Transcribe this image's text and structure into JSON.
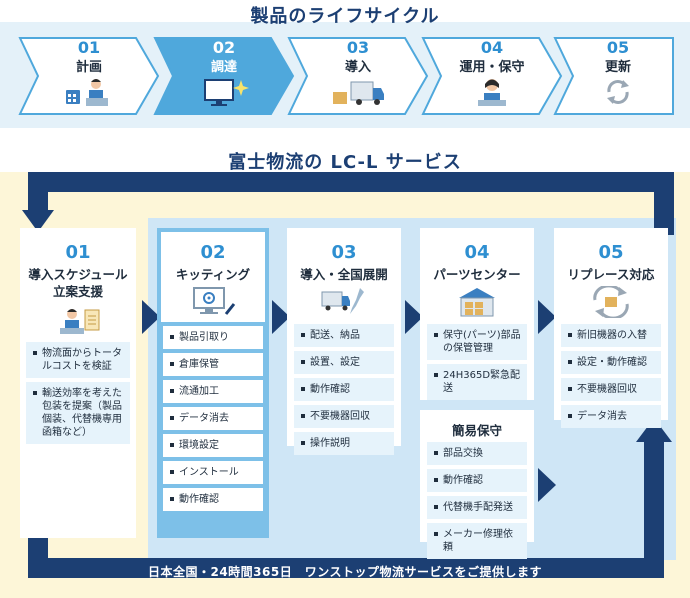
{
  "lifecycle": {
    "title": "製品のライフサイクル",
    "steps": [
      {
        "num": "01",
        "label": "計画",
        "icon": "planning-person-icon"
      },
      {
        "num": "02",
        "label": "調達",
        "icon": "monitor-sparkle-icon",
        "active": true
      },
      {
        "num": "03",
        "label": "導入",
        "icon": "delivery-truck-icon"
      },
      {
        "num": "04",
        "label": "運用・保守",
        "icon": "support-person-icon"
      },
      {
        "num": "05",
        "label": "更新",
        "icon": "refresh-icon"
      }
    ]
  },
  "service": {
    "title": "富士物流の LC-L サービス",
    "footer": "日本全国・24時間365日　ワンストップ物流サービスをご提供します",
    "steps": [
      {
        "num": "01",
        "title_lines": [
          "導入スケジュール",
          "立案支援"
        ],
        "icon": "consultant-clipboard-icon",
        "tasks": [
          "物流面からトータルコストを検証",
          "輸送効率を考えた包装を提案（製品個装、代替機専用函箱など）"
        ]
      },
      {
        "num": "02",
        "title_lines": [
          "キッティング"
        ],
        "icon": "monitor-gear-icon",
        "tasks": [
          "製品引取り",
          "倉庫保管",
          "流通加工",
          "データ消去",
          "環境設定",
          "インストール",
          "動作確認"
        ]
      },
      {
        "num": "03",
        "title_lines": [
          "導入・全国展開"
        ],
        "icon": "truck-japan-map-icon",
        "tasks": [
          "配送、納品",
          "設置、設定",
          "動作確認",
          "不要機器回収",
          "操作説明"
        ]
      },
      {
        "num": "04",
        "title_lines": [
          "パーツセンター"
        ],
        "icon": "warehouse-icon",
        "tasks": [
          "保守(パーツ)部品の保管管理",
          "24H365D緊急配送"
        ]
      },
      {
        "num": "05",
        "title_lines": [
          "リプレース対応"
        ],
        "icon": "replace-box-icon",
        "tasks": [
          "新旧機器の入替",
          "設定・動作確認",
          "不要機器回収",
          "データ消去"
        ]
      }
    ],
    "sub": {
      "title": "簡易保守",
      "tasks": [
        "部品交換",
        "動作確認",
        "代替機手配発送",
        "メーカー修理依頼"
      ]
    }
  },
  "colors": {
    "navy": "#1c3f73",
    "accent_blue": "#2e8fd1",
    "active_fill": "#4fa8dc",
    "top_band": "#e4f1f9",
    "bottom_band": "#fdf6d8",
    "task_bg": "#e6f3fb"
  }
}
